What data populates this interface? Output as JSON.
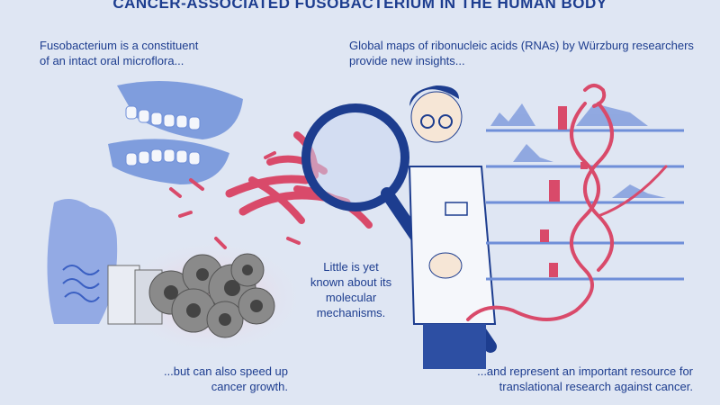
{
  "title": "CANCER-ASSOCIATED FUSOBACTERIUM IN THE HUMAN BODY",
  "captions": {
    "oral_flora": [
      "Fusobacterium is a constituent",
      "of an intact oral microflora..."
    ],
    "rna_maps": [
      "Global maps of ribonucleic acids (RNAs) by Würzburg researchers",
      "provide new insights..."
    ],
    "mechanisms": [
      "Little is yet",
      "known about its",
      "molecular",
      "mechanisms."
    ],
    "cancer_growth": [
      "...but can also speed up",
      "cancer growth."
    ],
    "resource": [
      "...and represent an important resource for",
      "translational research against cancer."
    ]
  },
  "colors": {
    "background": "#dfe6f3",
    "text": "#1d3d8f",
    "bacteria": "#d94a6a",
    "tissue": "#6f8fd8",
    "tumor": "#6b6b6b",
    "coat": "#f5f7fb"
  },
  "icons": [
    "jaw-icon",
    "torso-icon",
    "tumor-cells-icon",
    "bacteria-icon",
    "magnifier-icon",
    "scientist-icon",
    "rna-tracks-icon",
    "rna-helix-icon"
  ]
}
